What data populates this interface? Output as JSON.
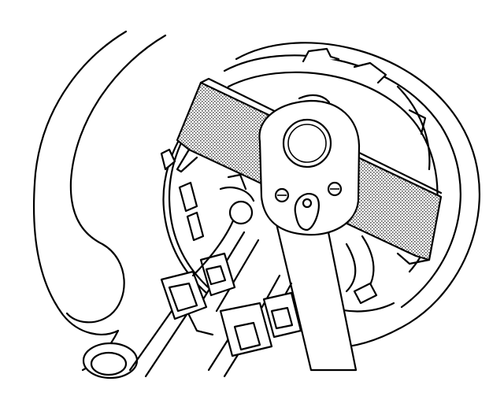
{
  "figure": {
    "kind": "line-art service illustration",
    "colors": {
      "line": "#000000",
      "background": "#ffffff",
      "tool_shade": "#9a9a9a"
    },
    "components": [
      "fuel-sender-lock-ring",
      "spanner-wrench-tool",
      "ratchet-handle",
      "fuel-line-connectors",
      "tank-body"
    ]
  }
}
